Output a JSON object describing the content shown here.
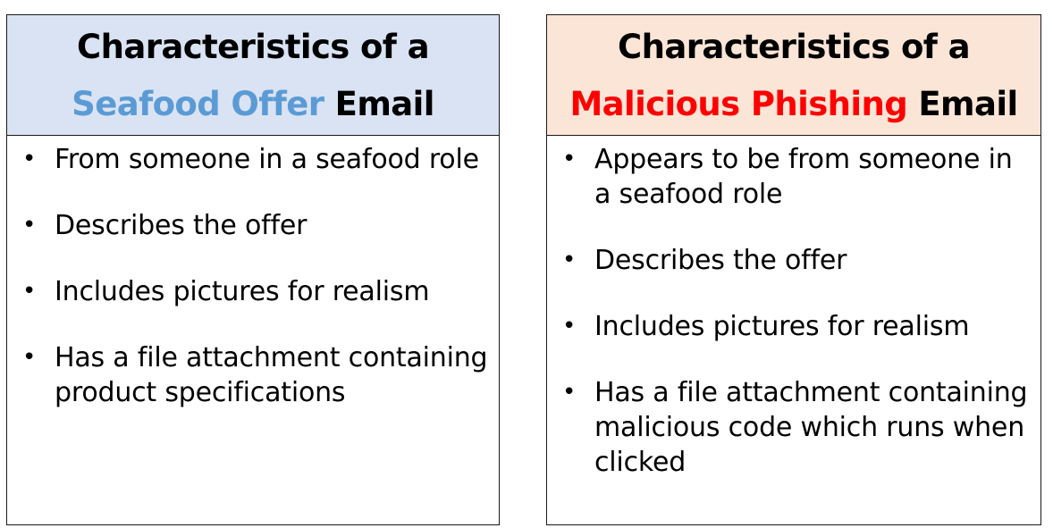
{
  "colors": {
    "left_header_bg": "#dae3f3",
    "right_header_bg": "#fbe5d6",
    "left_highlight": "#5b9bd5",
    "right_highlight": "#ff0000"
  },
  "left": {
    "title_line1": "Characteristics of a",
    "highlight": "Seafood Offer",
    "title_tail": " Email",
    "bullets": [
      "From someone in a seafood role",
      "Describes the offer",
      "Includes pictures for realism",
      "Has a file attachment containing product specifications"
    ]
  },
  "right": {
    "title_line1": "Characteristics of a",
    "highlight": "Malicious Phishing",
    "title_tail": " Email",
    "bullets": [
      "Appears to be from someone in a seafood role",
      "Describes the offer",
      "Includes pictures for realism",
      "Has a file attachment containing malicious code which runs when clicked"
    ]
  }
}
